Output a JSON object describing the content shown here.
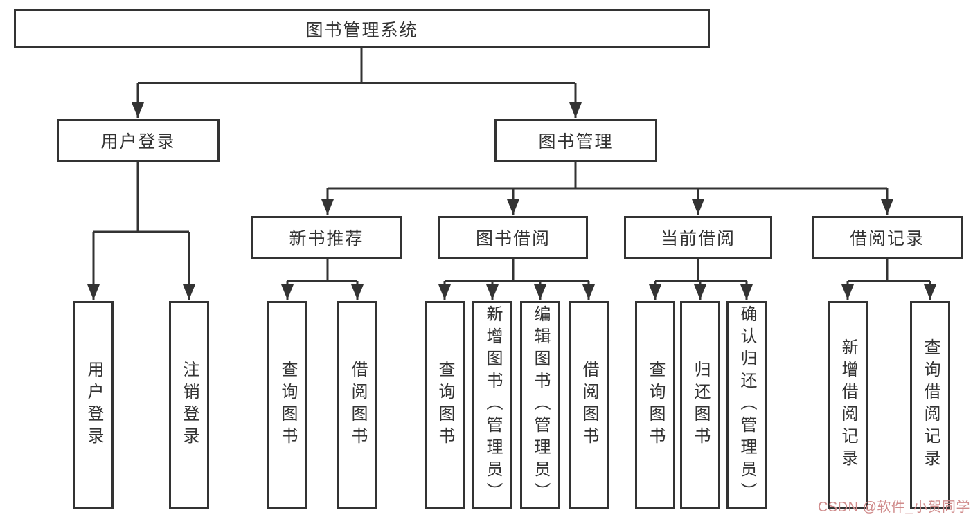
{
  "colors": {
    "line": "#333333",
    "text": "#333333",
    "watermark": "#d08c8c"
  },
  "tree": {
    "root": "图书管理系统",
    "branches": [
      {
        "label": "用户登录",
        "leaves": [
          "用户登录",
          "注销登录"
        ]
      },
      {
        "label": "图书管理",
        "groups": [
          {
            "label": "新书推荐",
            "leaves": [
              "查询图书",
              "借阅图书"
            ]
          },
          {
            "label": "图书借阅",
            "leaves": [
              "查询图书",
              "新增图书（管理员）",
              "编辑图书（管理员）",
              "借阅图书"
            ]
          },
          {
            "label": "当前借阅",
            "leaves": [
              "查询图书",
              "归还图书",
              "确认归还（管理员）"
            ]
          },
          {
            "label": "借阅记录",
            "leaves": [
              "新增借阅记录",
              "查询借阅记录"
            ]
          }
        ]
      }
    ]
  },
  "watermark": {
    "text": "CSDN @软件_小贺同学"
  }
}
